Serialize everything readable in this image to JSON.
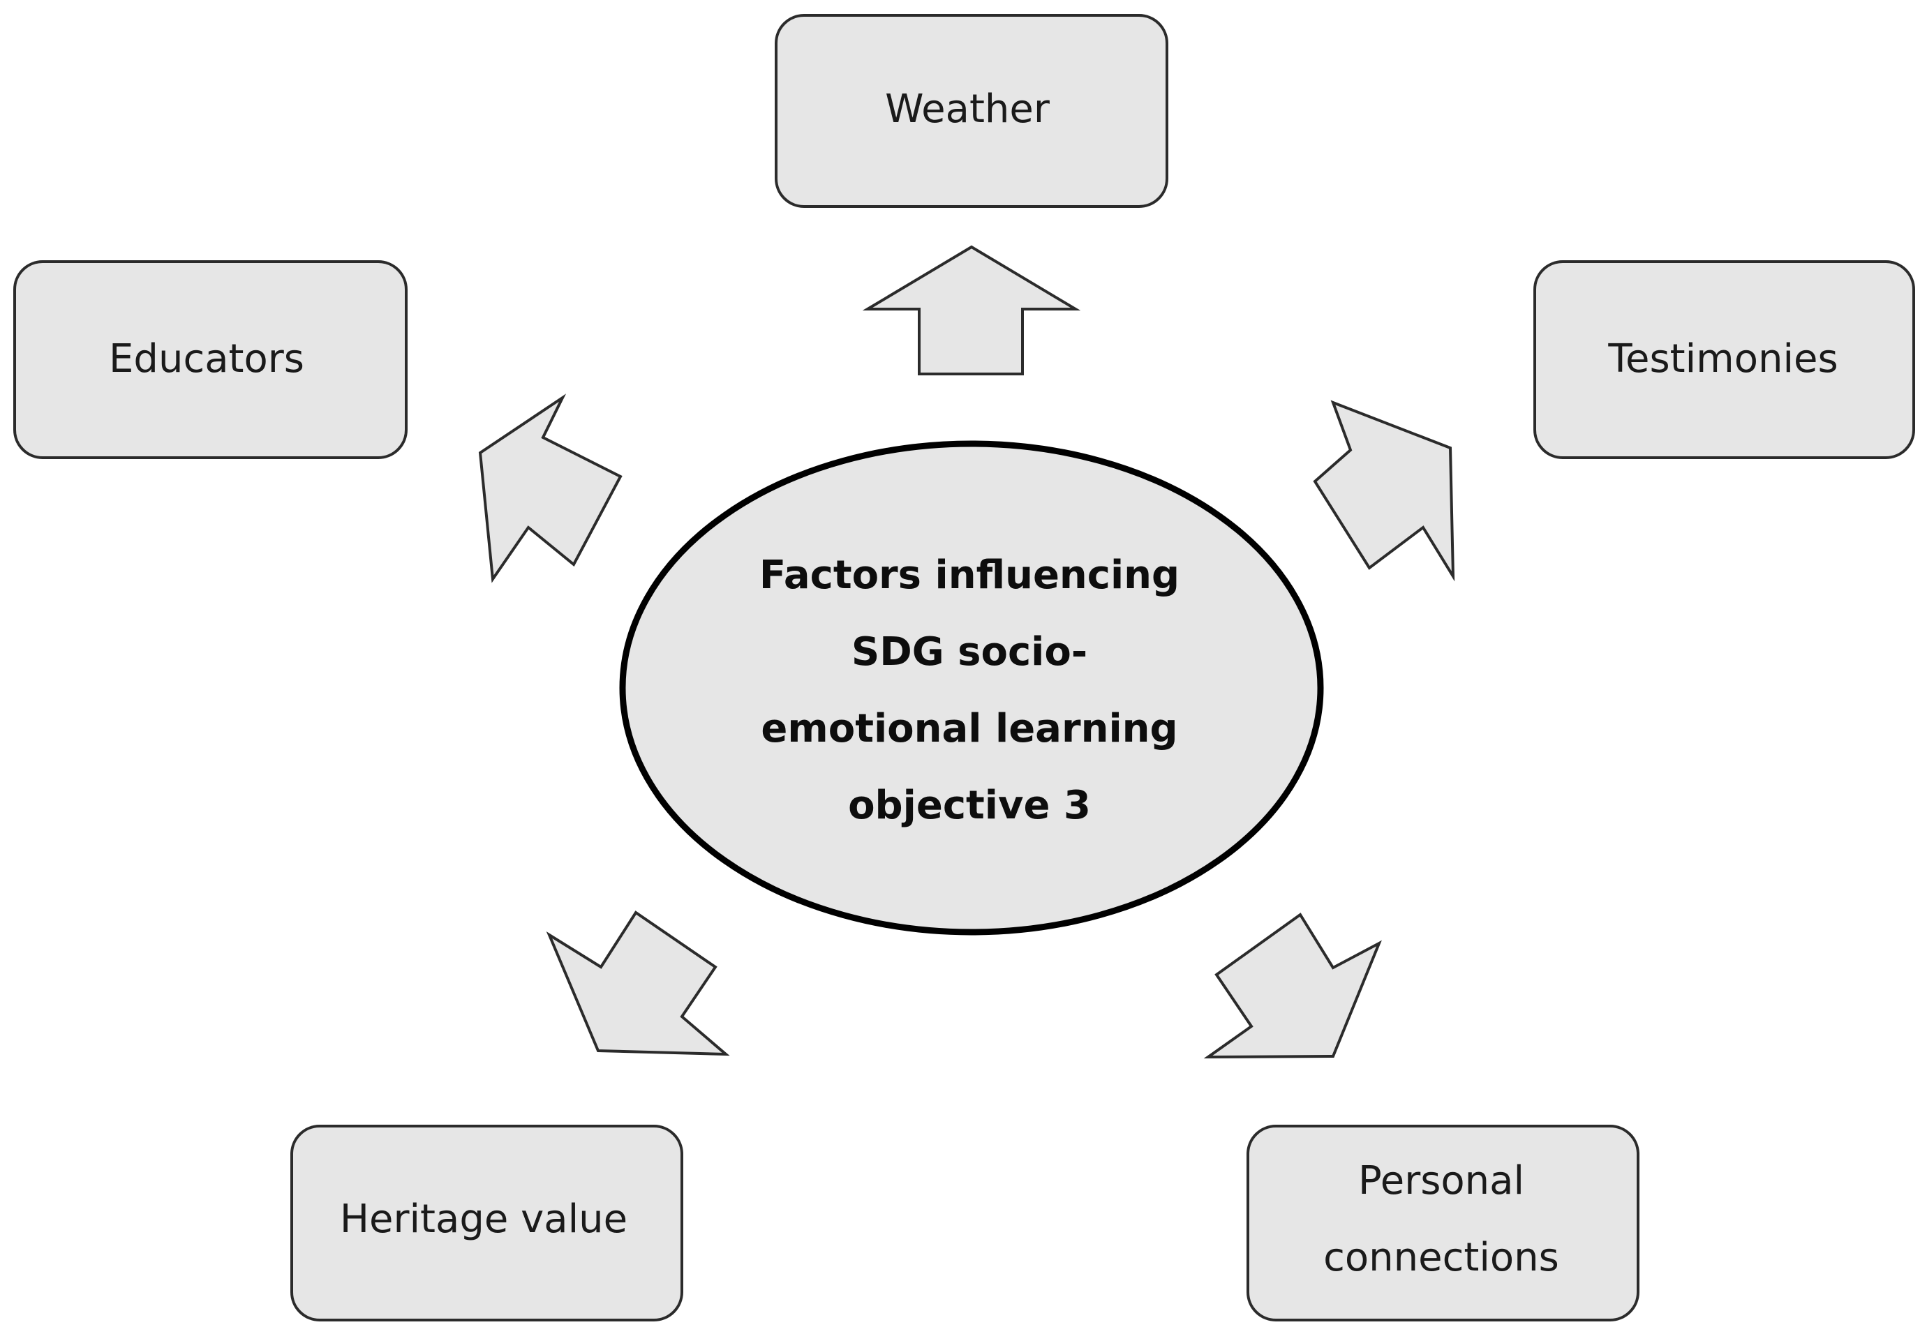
{
  "center": {
    "lines": [
      "Factors influencing",
      "SDG socio-",
      "emotional learning",
      "objective 3"
    ]
  },
  "factors": {
    "weather": {
      "lines": [
        "Weather"
      ]
    },
    "educators": {
      "lines": [
        "Educators"
      ]
    },
    "testimonies": {
      "lines": [
        "Testimonies"
      ]
    },
    "heritage_value": {
      "lines": [
        "Heritage value"
      ]
    },
    "personal_connections": {
      "lines": [
        "Personal",
        "connections"
      ]
    }
  },
  "colors": {
    "fill": "#e6e6e6",
    "stroke": "#2b2b2b",
    "hub_stroke": "#000000",
    "text": "#1a1a1a"
  }
}
